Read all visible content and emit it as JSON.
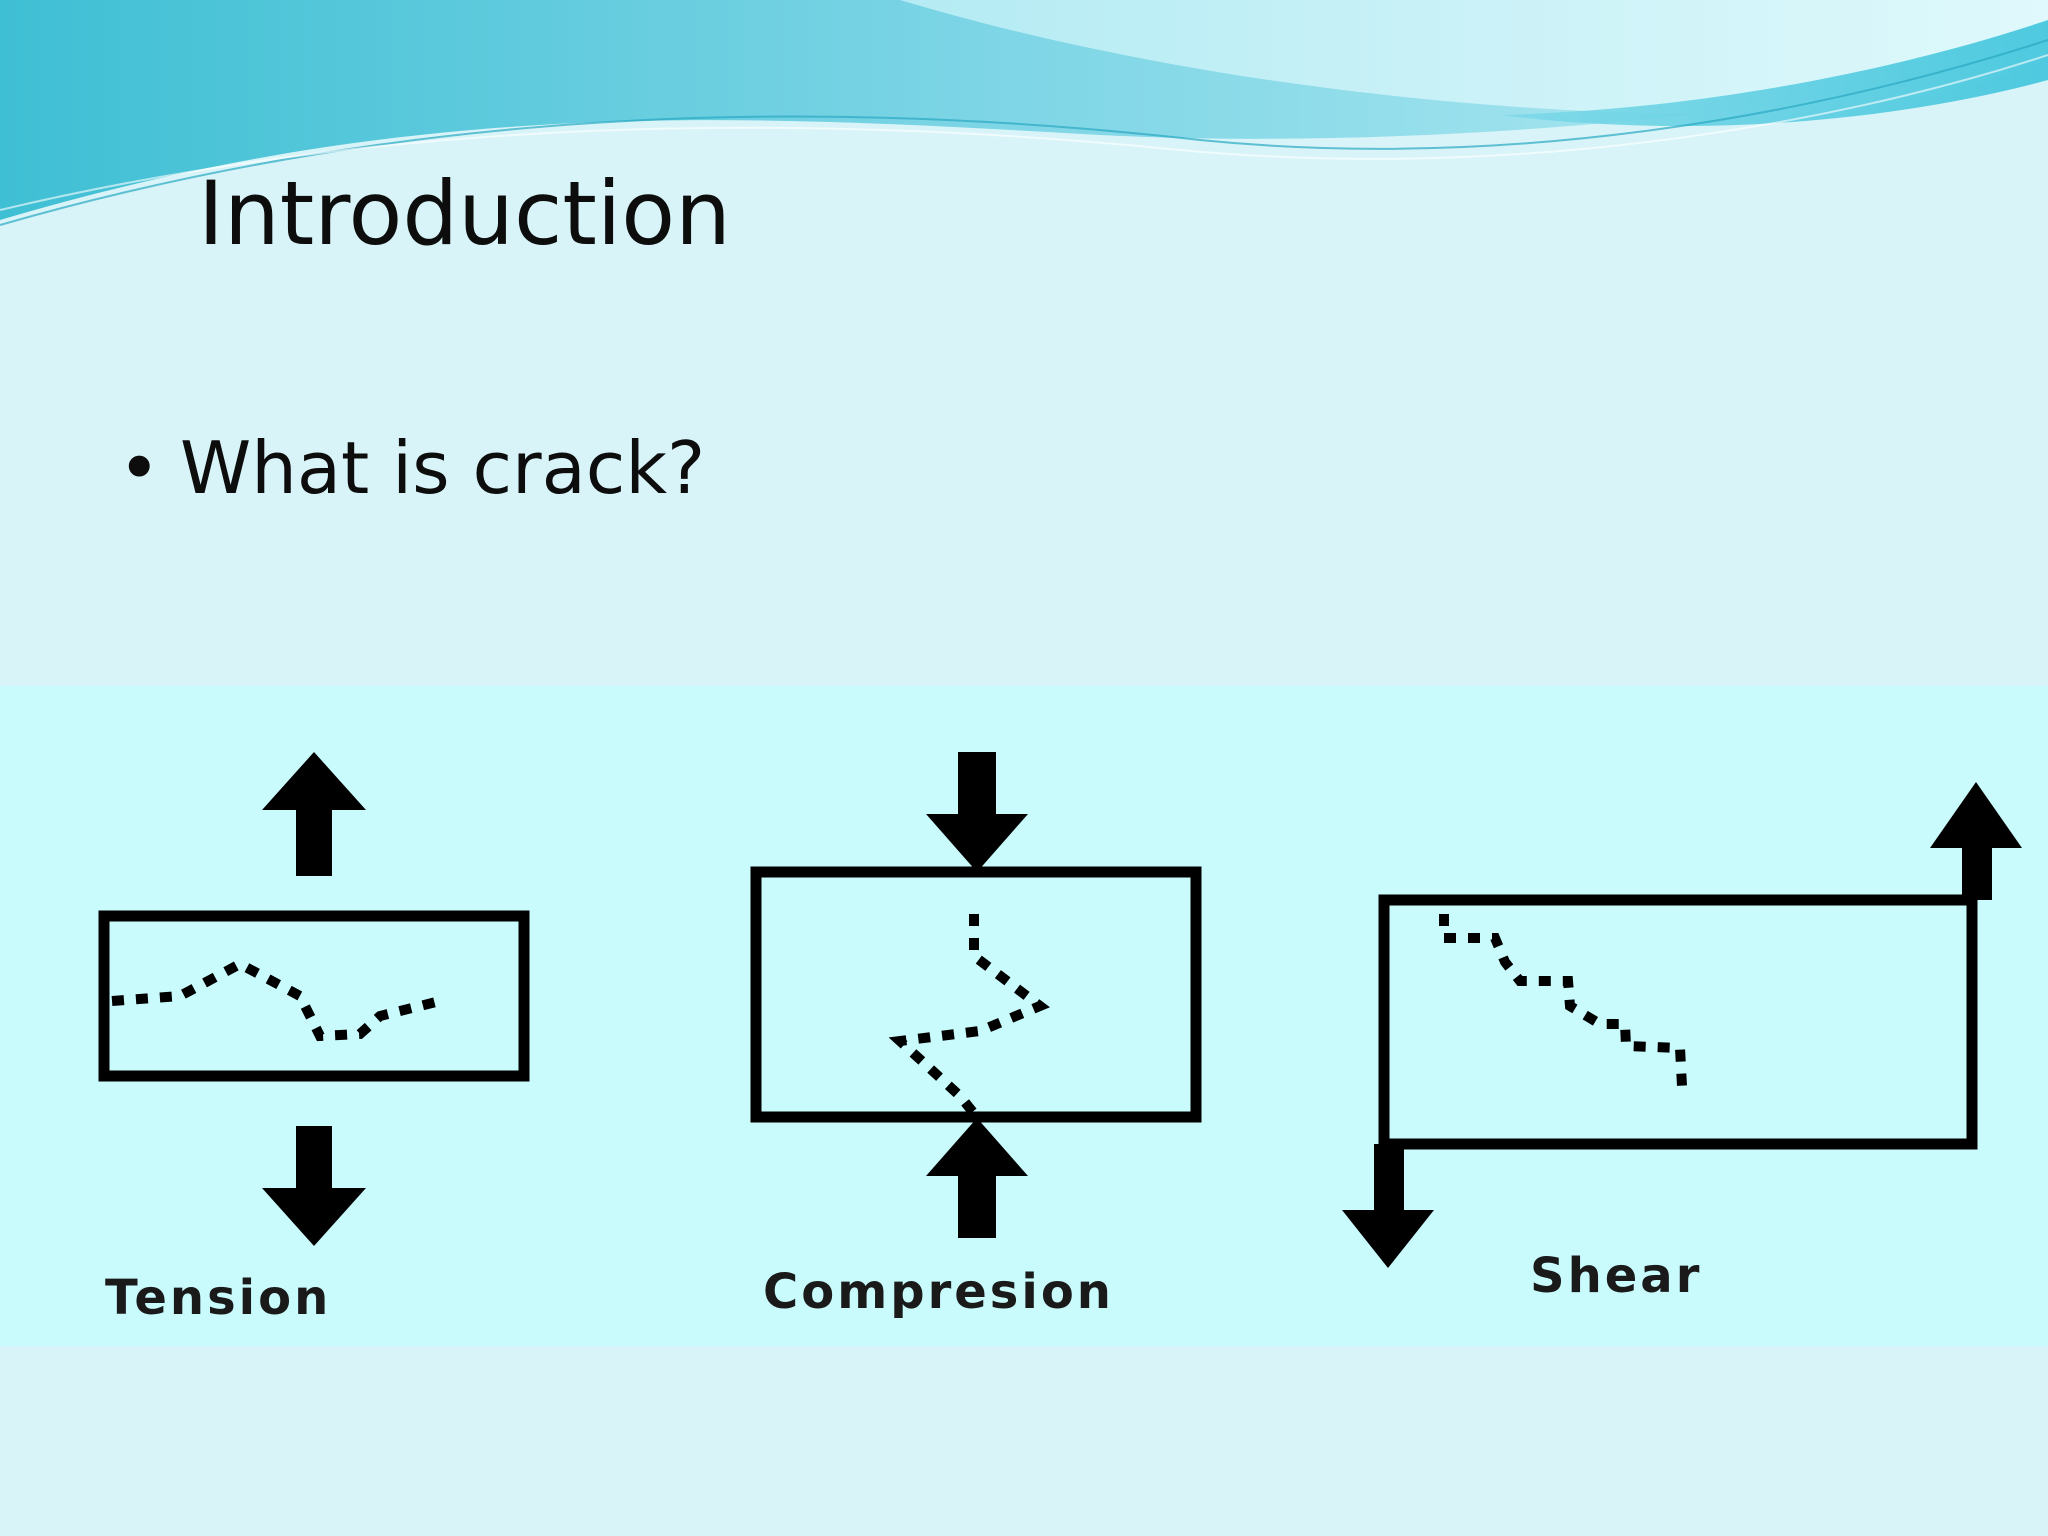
{
  "slide": {
    "title": "Introduction",
    "bullet": {
      "marker": "•",
      "text": "What is crack?"
    }
  },
  "figure": {
    "labels": {
      "tension": "Tension",
      "compression": "Compresion",
      "shear": "Shear"
    }
  },
  "colors": {
    "background": "#d8f4f8",
    "figure_background": "#c9fbfd",
    "ink": "#000000",
    "wave_dark": "#4fc3d8",
    "wave_light": "#a8e6f0"
  }
}
